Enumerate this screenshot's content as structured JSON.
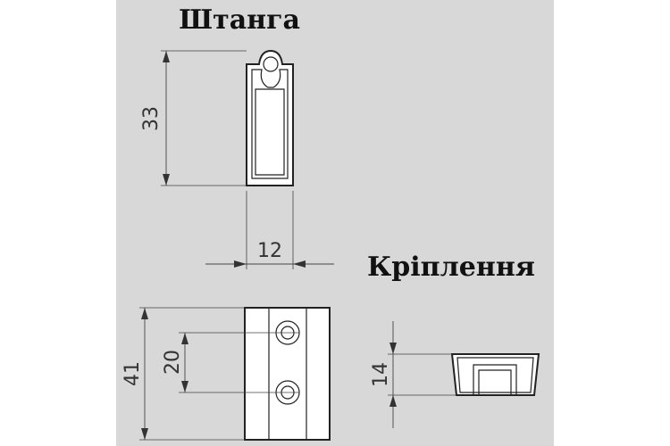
{
  "titles": {
    "rod": "Штанга",
    "mount": "Кріплення"
  },
  "dimensions": {
    "rod_height": "33",
    "rod_width": "12",
    "mount_height": "41",
    "hole_spacing": "20",
    "mount_side_height": "14"
  },
  "colors": {
    "panel": "#d8d8d8",
    "line": "#222222"
  }
}
